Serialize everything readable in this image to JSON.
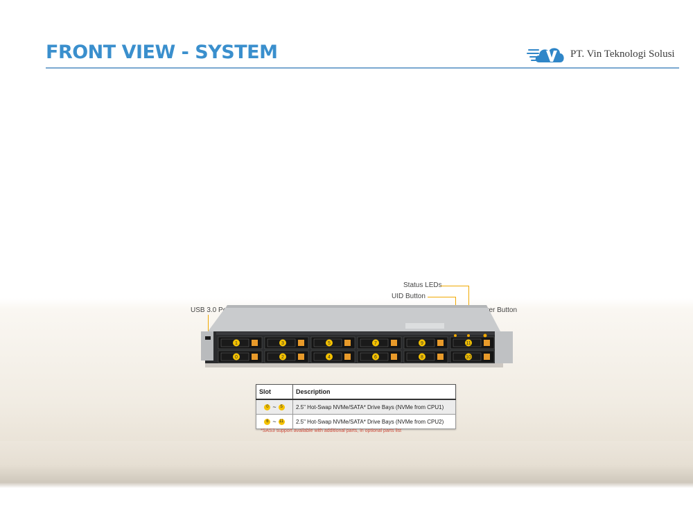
{
  "header": {
    "title": "FRONT VIEW - SYSTEM",
    "logo_text": "PT. Vin Teknologi Solusi"
  },
  "colors": {
    "title": "#3a8fcd",
    "rule": "#7aa8d0",
    "logo_blue": "#2f86c8",
    "logo_text": "#3b3b3b",
    "callout_line": "#f0a800",
    "badge": "#f5c200",
    "drive_handle": "#1a1a1a",
    "drive_tab": "#e89a2a",
    "footnote": "#d05040"
  },
  "callouts": {
    "status_leds": "Status LEDs",
    "uid_button": "UID Button",
    "usb_port": "USB 3.0 Port",
    "power_button": "Power Button"
  },
  "drive_bays": {
    "top_row": [
      "1",
      "3",
      "5",
      "7",
      "9",
      "11"
    ],
    "bottom_row": [
      "0",
      "2",
      "4",
      "6",
      "8",
      "10"
    ]
  },
  "slot_table": {
    "headers": [
      "Slot",
      "Description"
    ],
    "rows": [
      {
        "from": "0",
        "to": "5",
        "description": "2.5\" Hot-Swap NVMe/SATA*  Drive Bays (NVMe from CPU1)"
      },
      {
        "from": "6",
        "to": "11",
        "description": "2.5\" Hot-Swap NVMe/SATA*  Drive Bays (NVMe from CPU2)"
      }
    ],
    "footnote": "*SAS3 support available with additional parts, in optional parts list"
  }
}
